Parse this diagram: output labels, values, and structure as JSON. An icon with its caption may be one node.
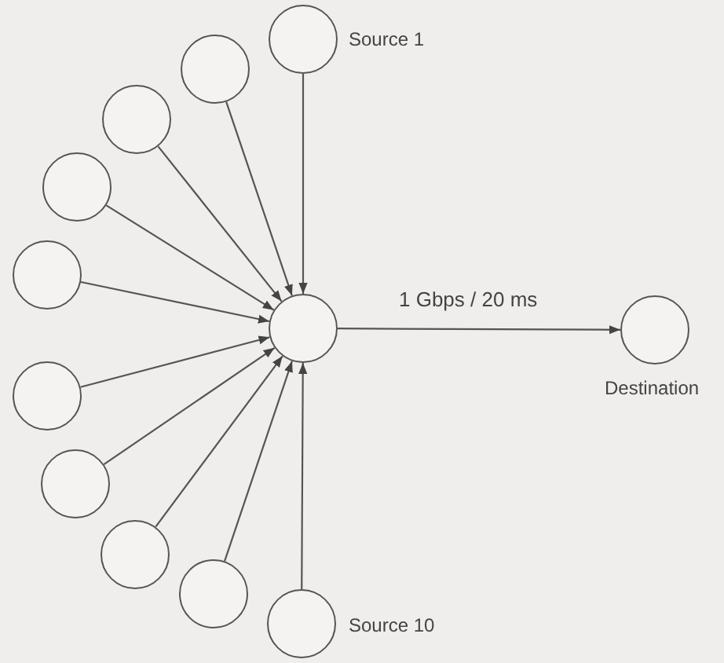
{
  "diagram": {
    "nodes": [
      {
        "text": [],
        "shape": "circle",
        "beside": [
          "Source 1"
        ]
      },
      {
        "text": [],
        "shape": "circle"
      },
      {
        "text": [],
        "shape": "circle"
      },
      {
        "text": [],
        "shape": "circle"
      },
      {
        "text": [],
        "shape": "circle"
      },
      {
        "text": [],
        "shape": "circle"
      },
      {
        "text": [],
        "shape": "circle"
      },
      {
        "text": [],
        "shape": "circle"
      },
      {
        "text": [],
        "shape": "circle"
      },
      {
        "text": [],
        "shape": "circle",
        "beside": [
          "Source 10"
        ]
      },
      {
        "text": [],
        "shape": "circle"
      },
      {
        "text": [],
        "shape": "circle",
        "beside": [
          "Destination"
        ]
      }
    ],
    "edges": [
      {
        "from": 0,
        "to": 10,
        "arrow": "to"
      },
      {
        "from": 1,
        "to": 10,
        "arrow": "to"
      },
      {
        "from": 2,
        "to": 10,
        "arrow": "to"
      },
      {
        "from": 3,
        "to": 10,
        "arrow": "to"
      },
      {
        "from": 4,
        "to": 10,
        "arrow": "to"
      },
      {
        "from": 5,
        "to": 10,
        "arrow": "to"
      },
      {
        "from": 6,
        "to": 10,
        "arrow": "to"
      },
      {
        "from": 7,
        "to": 10,
        "arrow": "to"
      },
      {
        "from": 8,
        "to": 10,
        "arrow": "to"
      },
      {
        "from": 9,
        "to": 10,
        "arrow": "to"
      },
      {
        "from": 10,
        "to": 11,
        "arrow": "to",
        "label": "1 Gbps / 20 ms"
      }
    ]
  }
}
